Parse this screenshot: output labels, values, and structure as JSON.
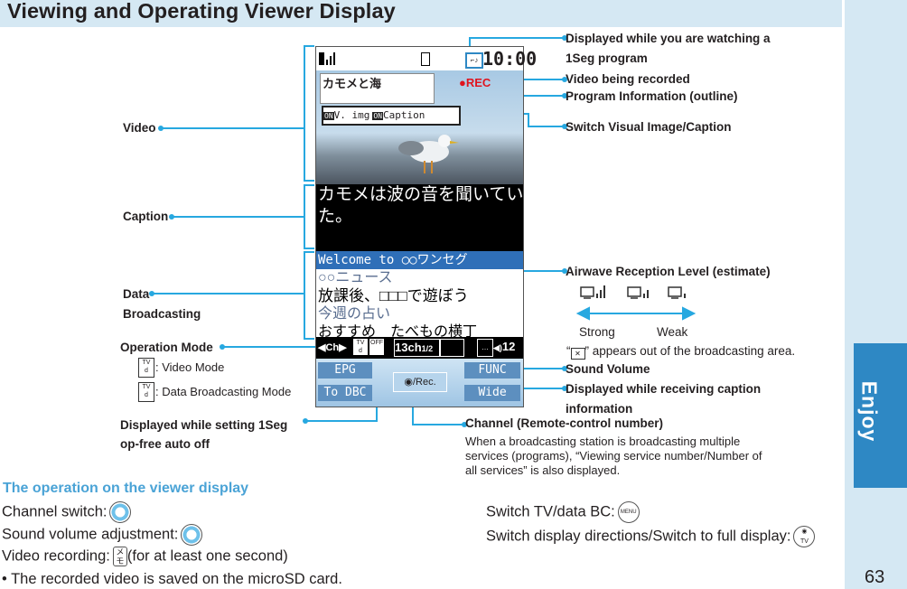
{
  "header": {
    "title": "Viewing and Operating Viewer Display"
  },
  "side_tab": {
    "label": "Enjoy"
  },
  "page_number": "63",
  "labels": {
    "video": "Video",
    "caption": "Caption",
    "data_broadcasting_1": "Data",
    "data_broadcasting_2": "Broadcasting",
    "operation_mode": "Operation Mode",
    "video_mode": ": Video Mode",
    "data_mode": ": Data Broadcasting Mode",
    "auto_off_1": "Displayed while setting 1Seg",
    "auto_off_2": "op-free auto off",
    "watching_1": "Displayed while you are watching a",
    "watching_2": "1Seg program",
    "recording": "Video being recorded",
    "program_info": "Program Information (outline)",
    "switch_visual": "Switch Visual Image/Caption",
    "airwave": "Airwave Reception Level (estimate)",
    "strong": "Strong",
    "weak": "Weak",
    "out_of_area_pre": "“",
    "out_of_area_post": "” appears out of the broadcasting area.",
    "sound_volume": "Sound Volume",
    "caption_info_1": "Displayed while receiving caption",
    "caption_info_2": "information",
    "channel_title": "Channel (Remote-control number)",
    "channel_desc_1": "When a broadcasting station is broadcasting multiple",
    "channel_desc_2": "services (programs), “Viewing service number/Number of",
    "channel_desc_3": "all services” is also displayed."
  },
  "screen": {
    "time": "10:00",
    "rec": "●REC",
    "program_title": "カモメと海",
    "btn_vimg": "V. img",
    "btn_caption": "Caption",
    "caption_text_1": "カモメは波の音を聞いてい",
    "caption_text_2": "た。",
    "data_welcome": "Welcome to ○○ワンセグ",
    "data_line_1": "○○ニュース",
    "data_line_2": "放課後、□□□で遊ぼう",
    "data_line_3": "今週の占い",
    "data_line_4": "おすすめ　たべもの横丁",
    "ch_label": "◀Ch▶",
    "channel": "13ch",
    "channel_sub": "1/2",
    "volume": "12",
    "softkey_epg": "EPG",
    "softkey_func": "FUNC",
    "softkey_todbc": "To DBC",
    "softkey_wide": "Wide",
    "softkey_rec": "/Rec."
  },
  "operations": {
    "title": "The operation on the viewer display",
    "channel_switch": "Channel switch:",
    "sound_volume": "Sound volume adjustment:",
    "video_recording": "Video recording:",
    "video_recording_note": "(for at least one second)",
    "bullet": "• The recorded video is saved on the microSD card.",
    "switch_tv": "Switch TV/data BC:",
    "switch_display": "Switch display directions/Switch to full display:",
    "menu_key": "MENU",
    "tv_key": "TV"
  },
  "colors": {
    "accent": "#2e88c4",
    "leader": "#27a8e0",
    "header_bg": "#d5e8f3"
  }
}
